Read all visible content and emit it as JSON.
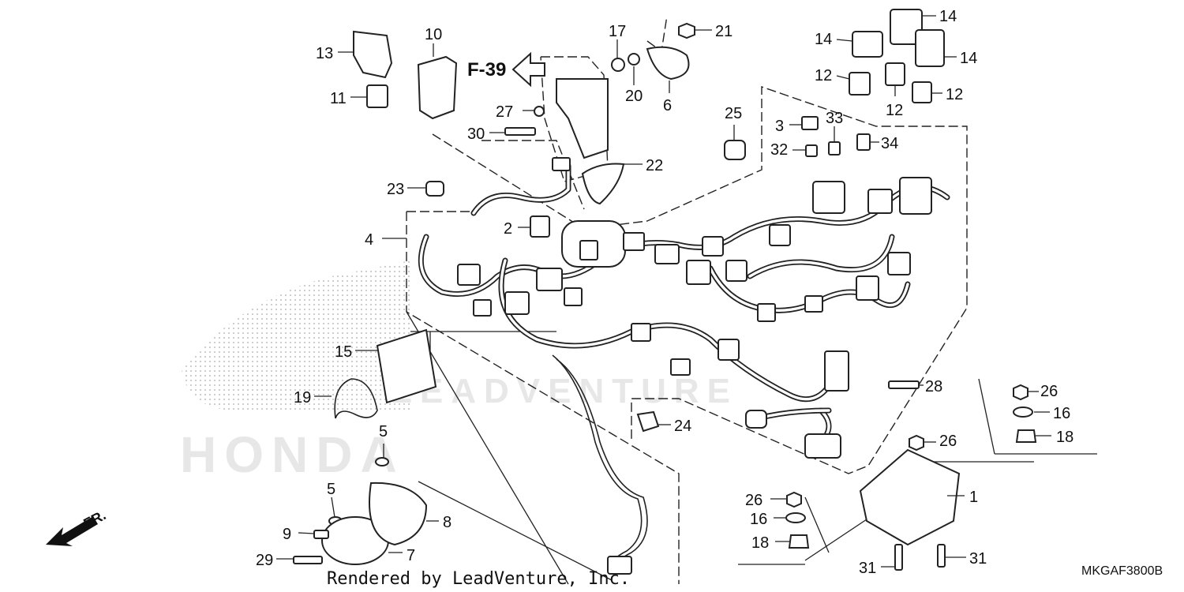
{
  "diagram": {
    "reference_link": "F-39",
    "front_marker": "FR.",
    "watermark_text": "LEADVENTURE",
    "brand_mark": "HONDA",
    "footer_credit": "Rendered by LeadVenture, Inc.",
    "diagram_code": "MKGAF3800B",
    "callouts": [
      "1",
      "2",
      "3",
      "4",
      "5",
      "5",
      "6",
      "7",
      "8",
      "9",
      "10",
      "11",
      "12",
      "12",
      "12",
      "12",
      "13",
      "14",
      "14",
      "14",
      "15",
      "16",
      "16",
      "16",
      "17",
      "18",
      "18",
      "18",
      "19",
      "20",
      "21",
      "22",
      "23",
      "24",
      "25",
      "26",
      "26",
      "26",
      "27",
      "28",
      "29",
      "30",
      "31",
      "31",
      "32",
      "33",
      "34"
    ]
  }
}
